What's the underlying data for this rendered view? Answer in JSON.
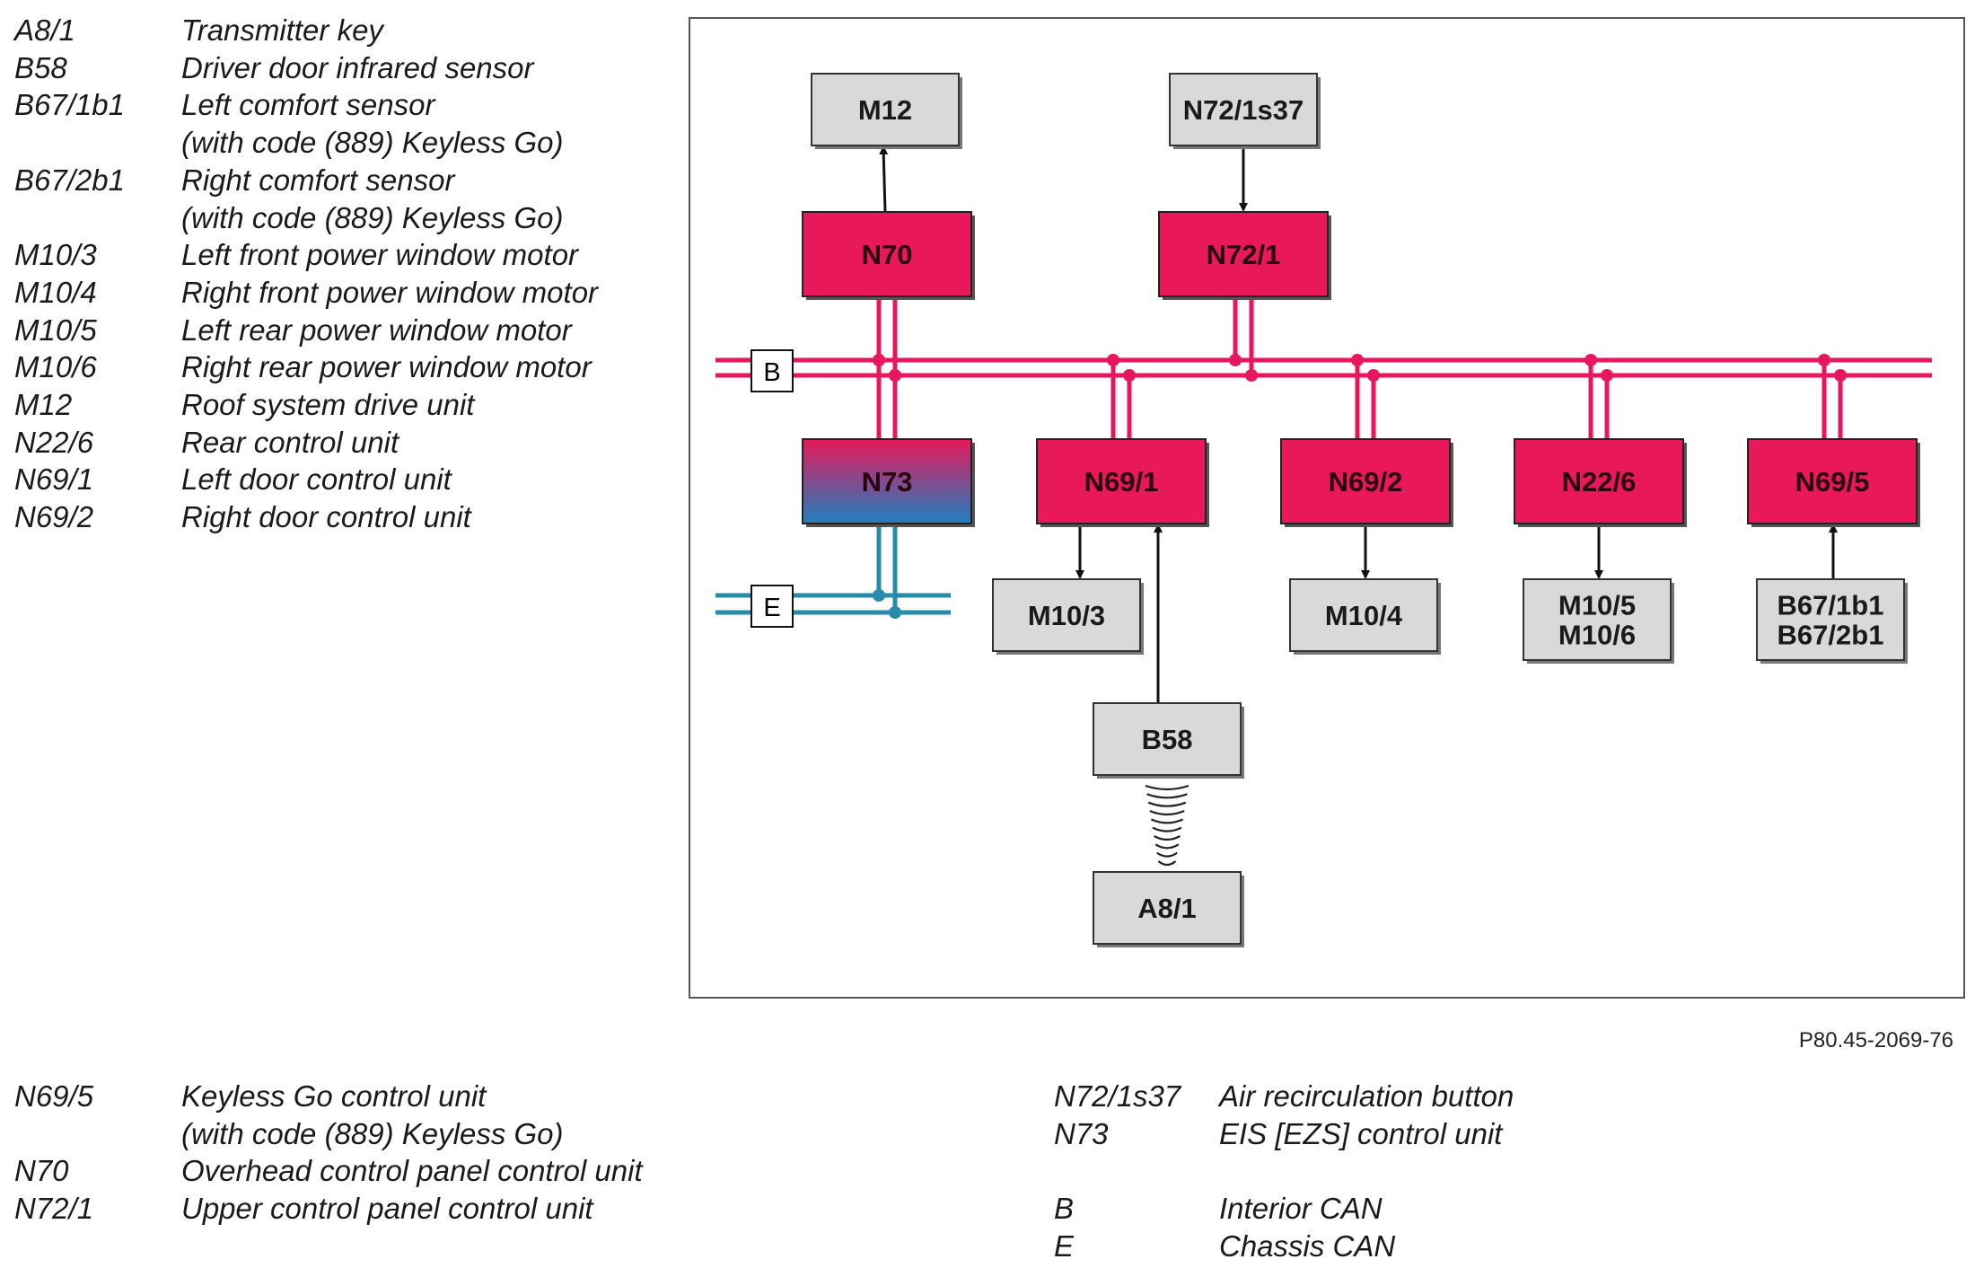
{
  "legend_top": [
    {
      "code": "A8/1",
      "desc": "Transmitter key"
    },
    {
      "code": "B58",
      "desc": "Driver door infrared sensor"
    },
    {
      "code": "B67/1b1",
      "desc": "Left comfort sensor"
    },
    {
      "code": "",
      "desc": "(with code (889) Keyless Go)"
    },
    {
      "code": "B67/2b1",
      "desc": "Right comfort sensor"
    },
    {
      "code": "",
      "desc": "(with code (889) Keyless Go)"
    },
    {
      "code": "M10/3",
      "desc": "Left front power window motor"
    },
    {
      "code": "M10/4",
      "desc": "Right front power window motor"
    },
    {
      "code": "M10/5",
      "desc": "Left rear power window motor"
    },
    {
      "code": "M10/6",
      "desc": "Right rear power window motor"
    },
    {
      "code": "M12",
      "desc": "Roof system drive unit"
    },
    {
      "code": "N22/6",
      "desc": "Rear control unit"
    },
    {
      "code": "N69/1",
      "desc": "Left door control unit"
    },
    {
      "code": "N69/2",
      "desc": "Right door control unit"
    }
  ],
  "legend_bottom_left": [
    {
      "code": "N69/5",
      "desc": "Keyless Go control unit"
    },
    {
      "code": "",
      "desc": "(with code (889) Keyless Go)"
    },
    {
      "code": "N70",
      "desc": "Overhead control panel control unit"
    },
    {
      "code": "N72/1",
      "desc": "Upper control panel control unit"
    }
  ],
  "legend_bottom_right": [
    {
      "code": "N72/1s37",
      "desc": "Air recirculation button"
    },
    {
      "code": "N73",
      "desc": "EIS [EZS] control unit"
    },
    {
      "code": "",
      "desc": ""
    },
    {
      "code": "B",
      "desc": "Interior CAN"
    },
    {
      "code": "E",
      "desc": "Chassis CAN"
    }
  ],
  "figure_ref": "P80.45-2069-76",
  "diagram": {
    "colors": {
      "interior_can": "#e8175d",
      "chassis_can": "#2a8aaa",
      "control_unit": "#e8185a",
      "component": "#d9d9d9"
    },
    "buses": [
      {
        "id": "B",
        "label": "B",
        "name": "Interior CAN"
      },
      {
        "id": "E",
        "label": "E",
        "name": "Chassis CAN"
      }
    ],
    "control_units": [
      {
        "id": "N70",
        "label": "N70"
      },
      {
        "id": "N72/1",
        "label": "N72/1"
      },
      {
        "id": "N73",
        "label": "N73"
      },
      {
        "id": "N69/1",
        "label": "N69/1"
      },
      {
        "id": "N69/2",
        "label": "N69/2"
      },
      {
        "id": "N22/6",
        "label": "N22/6"
      },
      {
        "id": "N69/5",
        "label": "N69/5"
      }
    ],
    "components": [
      {
        "id": "M12",
        "lines": [
          "M12"
        ]
      },
      {
        "id": "N72/1s37",
        "lines": [
          "N72/1s37"
        ]
      },
      {
        "id": "M10/3",
        "lines": [
          "M10/3"
        ]
      },
      {
        "id": "M10/4",
        "lines": [
          "M10/4"
        ]
      },
      {
        "id": "M10/5-6",
        "lines": [
          "M10/5",
          "M10/6"
        ]
      },
      {
        "id": "B67",
        "lines": [
          "B67/1b1",
          "B67/2b1"
        ]
      },
      {
        "id": "B58",
        "lines": [
          "B58"
        ]
      },
      {
        "id": "A8/1",
        "lines": [
          "A8/1"
        ]
      }
    ],
    "signal_flows": [
      {
        "from": "N70",
        "to": "M12"
      },
      {
        "from": "N72/1s37",
        "to": "N72/1"
      },
      {
        "from": "N69/1",
        "to": "M10/3"
      },
      {
        "from": "B58",
        "to": "N69/1"
      },
      {
        "from": "N69/2",
        "to": "M10/4"
      },
      {
        "from": "N22/6",
        "to": "M10/5-6"
      },
      {
        "from": "B67",
        "to": "N69/5"
      },
      {
        "from": "A8/1",
        "to": "B58",
        "kind": "infrared"
      }
    ]
  }
}
